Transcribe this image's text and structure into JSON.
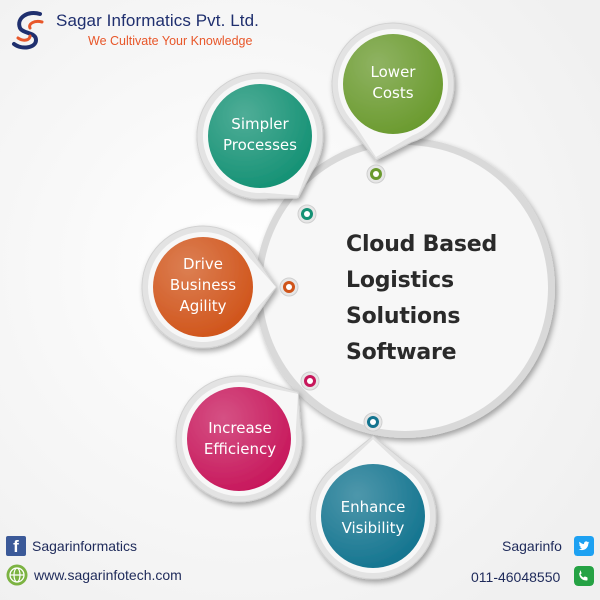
{
  "header": {
    "company_name": "Sagar Informatics Pvt. Ltd.",
    "tagline": "We Cultivate Your Knowledge"
  },
  "center": {
    "title_lines": [
      "Cloud Based",
      "Logistics",
      "Solutions",
      "Software"
    ]
  },
  "bubbles": [
    {
      "lines": [
        "Lower",
        "Costs"
      ],
      "color": "#6a9a2e"
    },
    {
      "lines": [
        "Simpler",
        "Processes"
      ],
      "color": "#149174"
    },
    {
      "lines": [
        "Drive",
        "Business",
        "Agility"
      ],
      "color": "#d0541a"
    },
    {
      "lines": [
        "Increase",
        "Efficiency"
      ],
      "color": "#c7175b"
    },
    {
      "lines": [
        "Enhance",
        "Visibility"
      ],
      "color": "#13748f"
    }
  ],
  "footer": {
    "facebook": "Sagarinformatics",
    "website": "www.sagarinfotech.com",
    "twitter": "Sagarinfo",
    "phone": "011-46048550"
  },
  "icons": [
    "logo-icon",
    "facebook-icon",
    "globe-icon",
    "twitter-icon",
    "phone-icon"
  ]
}
